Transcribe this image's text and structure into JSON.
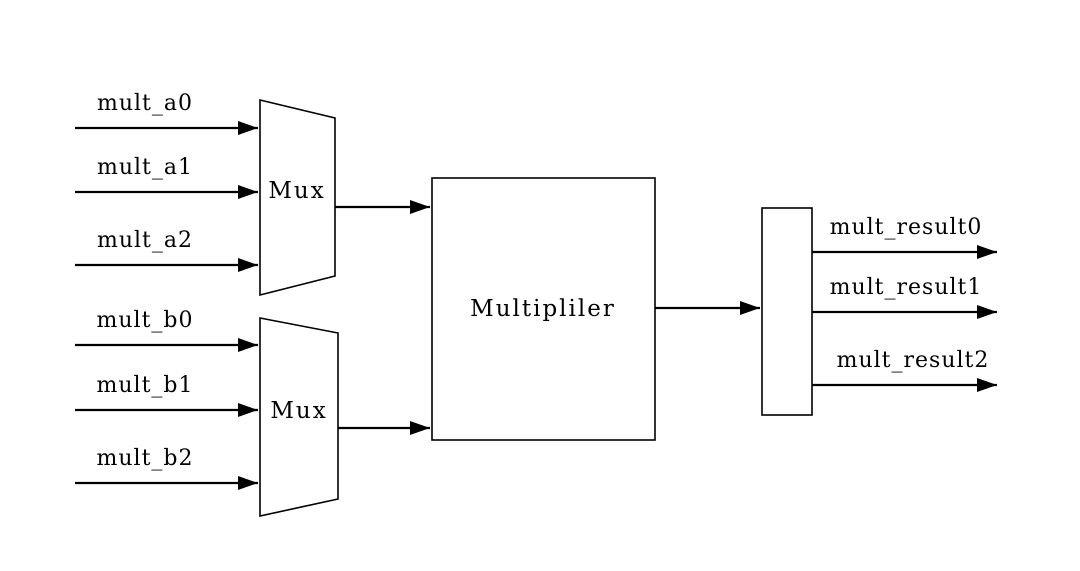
{
  "diagram": {
    "type": "block-diagram",
    "colors": {
      "background": "#ffffff",
      "line": "#000000",
      "text": "#000000"
    },
    "blocks": {
      "mux_a": {
        "label": "Mux"
      },
      "mux_b": {
        "label": "Mux"
      },
      "multiplier": {
        "label": "Multipliler"
      },
      "output_splitter": {
        "label": ""
      }
    },
    "inputs_a": [
      {
        "label": "mult_a0"
      },
      {
        "label": "mult_a1"
      },
      {
        "label": "mult_a2"
      }
    ],
    "inputs_b": [
      {
        "label": "mult_b0"
      },
      {
        "label": "mult_b1"
      },
      {
        "label": "mult_b2"
      }
    ],
    "outputs": [
      {
        "label": "mult_result0"
      },
      {
        "label": "mult_result1"
      },
      {
        "label": "mult_result2"
      }
    ]
  }
}
